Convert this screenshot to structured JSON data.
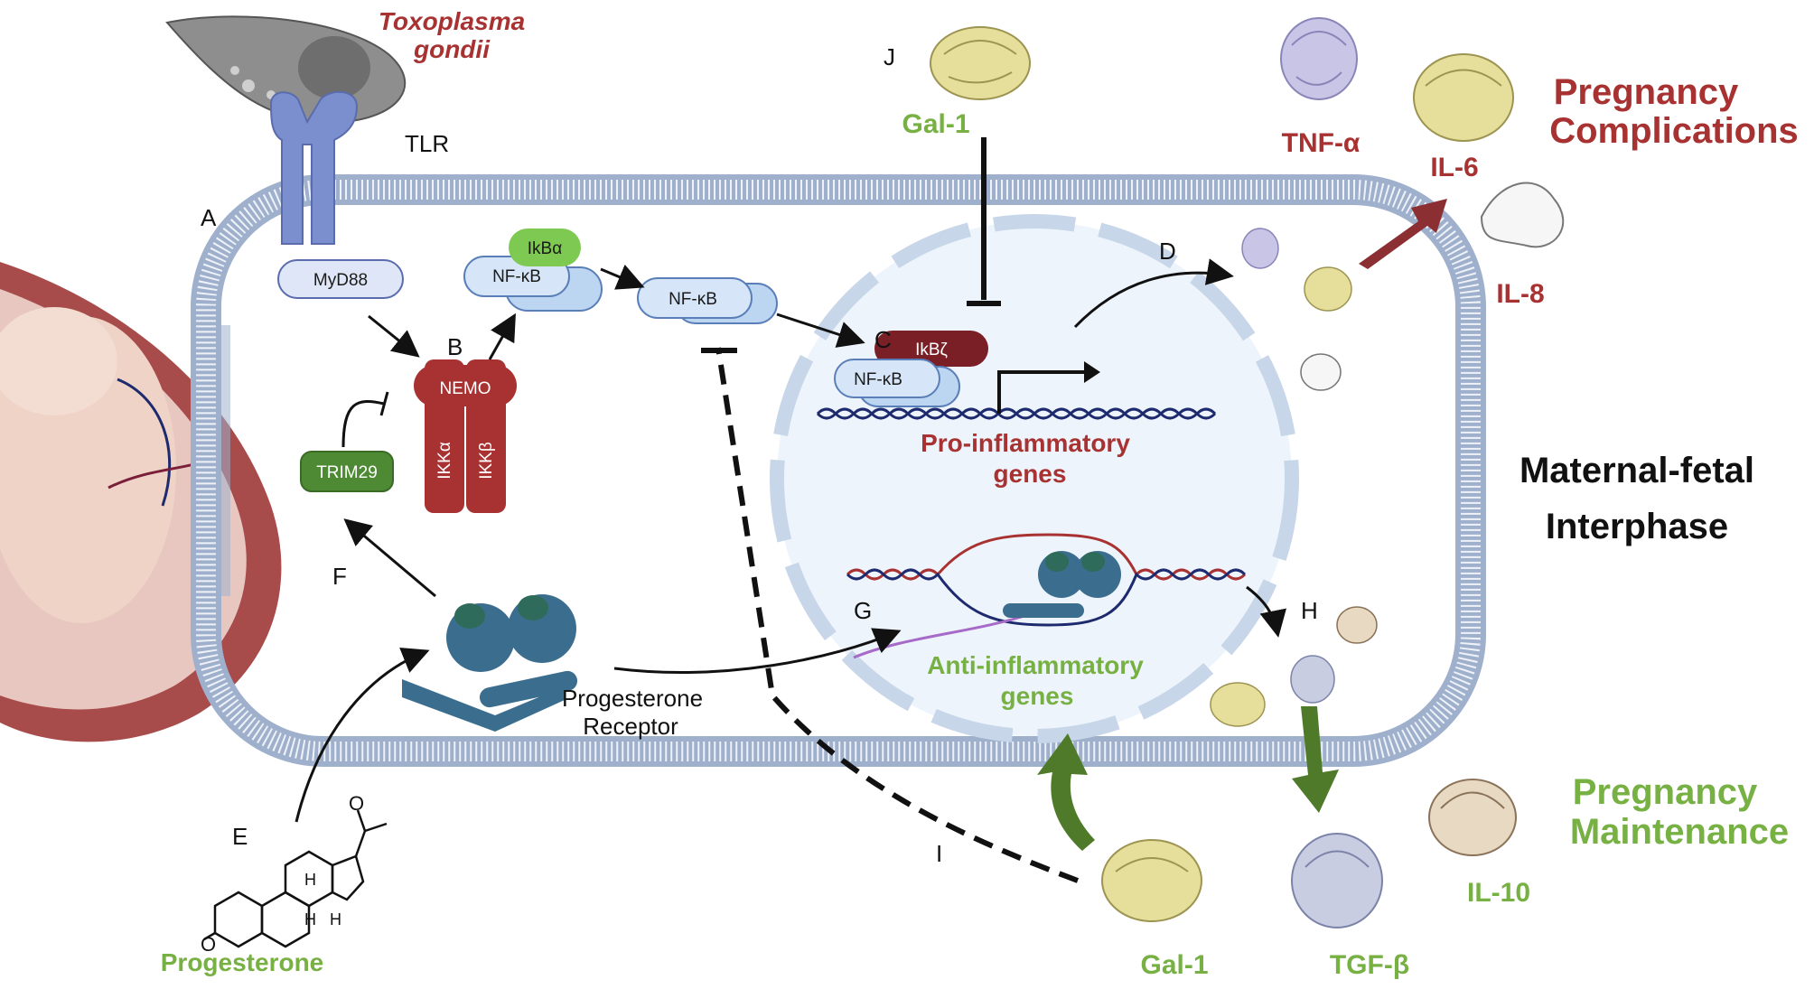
{
  "organism": {
    "line1": "Toxoplasma",
    "line2": "gondii"
  },
  "receptors": {
    "tlr": "TLR",
    "myd88": "MyD88",
    "nemo": "NEMO",
    "ikka": "IKKα",
    "ikkb": "IKKβ",
    "trim29": "TRIM29",
    "ikba": "IkBα",
    "nfkb": "NF-κB",
    "ikbz": "IkBζ",
    "pr_line1": "Progesterone",
    "pr_line2": "Receptor"
  },
  "step_labels": {
    "a": "A",
    "b": "B",
    "c": "C",
    "d": "D",
    "e": "E",
    "f": "F",
    "g": "G",
    "h": "H",
    "i": "I",
    "j": "J"
  },
  "genes": {
    "pro_line1": "Pro-inflammatory",
    "pro_line2": "genes",
    "anti_line1": "Anti-inflammatory",
    "anti_line2": "genes"
  },
  "cytokines": {
    "tnfa": "TNF-α",
    "il6": "IL-6",
    "il8": "IL-8",
    "il10": "IL-10",
    "tgfb": "TGF-β",
    "gal1_top": "Gal-1",
    "gal1_bottom": "Gal-1",
    "progesterone": "Progesterone"
  },
  "outcomes": {
    "complications_line1": "Pregnancy",
    "complications_line2": "Complications",
    "maintenance_line1": "Pregnancy",
    "maintenance_line2": "Maintenance",
    "interphase_line1": "Maternal-fetal",
    "interphase_line2": "Interphase"
  },
  "colors": {
    "red": "#a83232",
    "green": "#77b043",
    "dark_green": "#4e7a2a",
    "membrane": "#9fb0cc",
    "nf_kb": "#bcd6f2",
    "pr_blue": "#3b6e8e",
    "pr_teal": "#2f6b5a"
  }
}
